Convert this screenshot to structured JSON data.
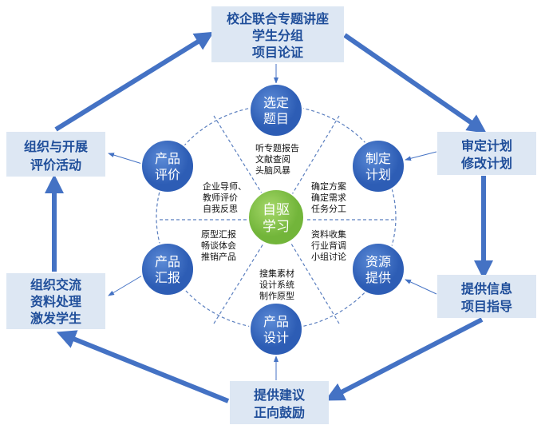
{
  "outer": {
    "top": [
      "校企联合专题讲座",
      "学生分组",
      "项目论证"
    ],
    "right_top": [
      "审定计划",
      "修改计划"
    ],
    "right_bottom": [
      "提供信息",
      "项目指导"
    ],
    "bottom": [
      "提供建议",
      "正向鼓励"
    ],
    "left_bottom": [
      "组织交流",
      "资料处理",
      "激发学生"
    ],
    "left_top": [
      "组织与开展",
      "评价活动"
    ]
  },
  "center": [
    "自驱",
    "学习"
  ],
  "nodes": {
    "select": [
      "选定",
      "题目"
    ],
    "plan": [
      "制定",
      "计划"
    ],
    "resource": [
      "资源",
      "提供"
    ],
    "design": [
      "产品",
      "设计"
    ],
    "report": [
      "产品",
      "汇报"
    ],
    "evaluate": [
      "产品",
      "评价"
    ]
  },
  "activities": {
    "select": [
      "听专题报告",
      "文献查阅",
      "头脑风暴"
    ],
    "plan": [
      "确定方案",
      "确定需求",
      "任务分工"
    ],
    "resource": [
      "资料收集",
      "行业背调",
      "小组讨论"
    ],
    "design": [
      "搜集素材",
      "设计系统",
      "制作原型"
    ],
    "report": [
      "原型汇报",
      "畅谈体会",
      "推销产品"
    ],
    "evaluate": [
      "企业导师、",
      "教师评价",
      "自我反思"
    ]
  }
}
